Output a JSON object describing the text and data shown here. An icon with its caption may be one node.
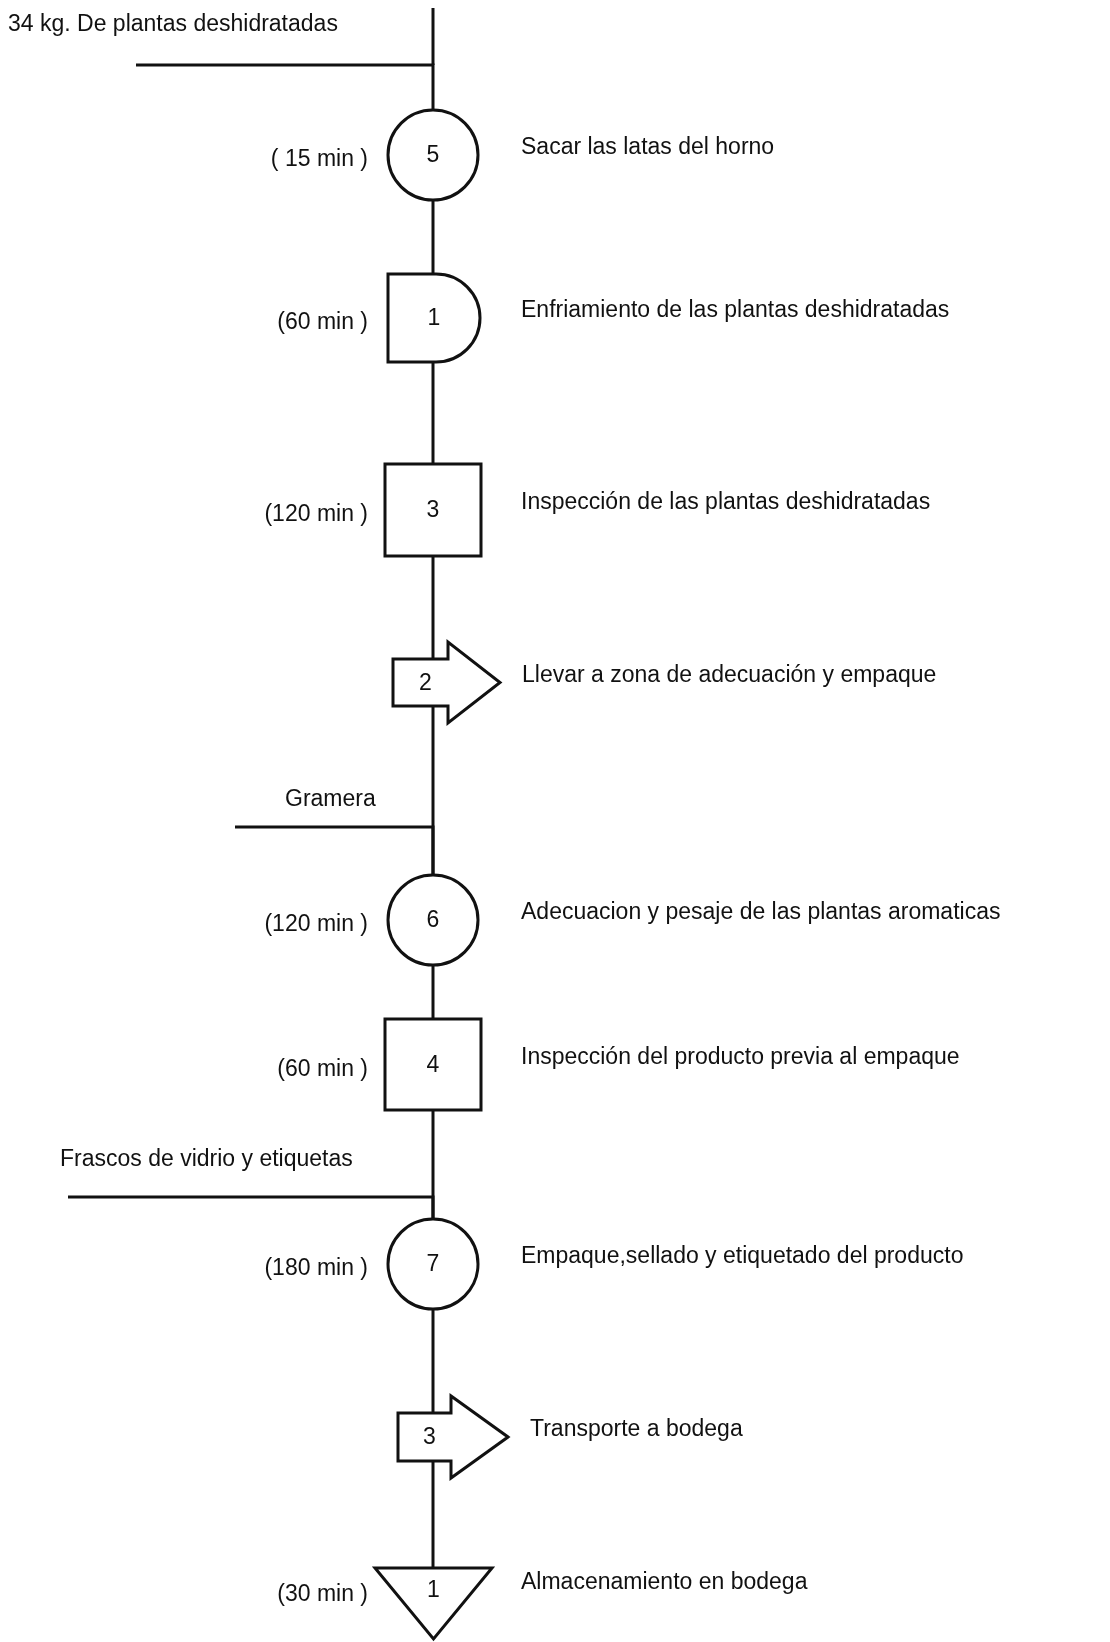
{
  "diagram": {
    "nodes": [
      {
        "text": [
          "34 kg. De plantas deshidratadas"
        ]
      },
      {
        "text": [
          "5"
        ],
        "beside": [
          "( 15 min )",
          "Sacar las latas del horno"
        ]
      },
      {
        "text": [
          "1"
        ],
        "beside": [
          "(60 min )",
          "Enfriamiento de las plantas deshidratadas"
        ]
      },
      {
        "text": [
          "3"
        ],
        "beside": [
          "(120 min )",
          "Inspección de las plantas deshidratadas"
        ]
      },
      {
        "text": [
          "2"
        ],
        "beside": [
          "Llevar a zona de adecuación y empaque"
        ]
      },
      {
        "text": [
          "Gramera"
        ]
      },
      {
        "text": [
          "6"
        ],
        "beside": [
          "(120 min )",
          "Adecuacion y pesaje de las plantas aromaticas"
        ]
      },
      {
        "text": [
          "4"
        ],
        "beside": [
          "(60 min )",
          "Inspección del producto previa al empaque"
        ]
      },
      {
        "text": [
          "Frascos de vidrio y etiquetas"
        ]
      },
      {
        "text": [
          "7"
        ],
        "beside": [
          "(180 min )",
          "Empaque,sellado y etiquetado del producto"
        ]
      },
      {
        "text": [
          "3"
        ],
        "beside": [
          "Transporte a bodega"
        ]
      },
      {
        "text": [
          "1"
        ],
        "beside": [
          "(30 min )",
          "Almacenamiento en bodega"
        ]
      }
    ],
    "edges": [
      {
        "from": 0,
        "to": 1,
        "arrow": "none"
      },
      {
        "from": 1,
        "to": 2,
        "arrow": "none"
      },
      {
        "from": 2,
        "to": 3,
        "arrow": "none"
      },
      {
        "from": 3,
        "to": 4,
        "arrow": "none"
      },
      {
        "from": 4,
        "to": 6,
        "arrow": "none"
      },
      {
        "from": 5,
        "to": 6,
        "arrow": "none"
      },
      {
        "from": 6,
        "to": 7,
        "arrow": "none"
      },
      {
        "from": 7,
        "to": 9,
        "arrow": "none"
      },
      {
        "from": 8,
        "to": 9,
        "arrow": "none"
      },
      {
        "from": 9,
        "to": 10,
        "arrow": "none"
      },
      {
        "from": 10,
        "to": 11,
        "arrow": "none"
      }
    ]
  }
}
